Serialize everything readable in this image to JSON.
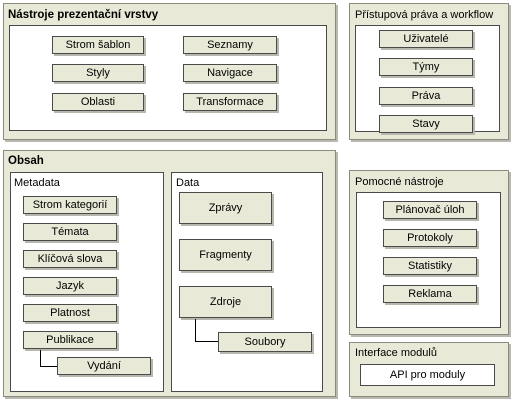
{
  "presentation": {
    "title": "Nástroje prezentační vrstvy",
    "col1": [
      "Strom šablon",
      "Styly",
      "Oblasti"
    ],
    "col2": [
      "Seznamy",
      "Navigace",
      "Transformace"
    ]
  },
  "access": {
    "title": "Přístupová práva a workflow",
    "items": [
      "Uživatelé",
      "Týmy",
      "Práva",
      "Stavy"
    ]
  },
  "content": {
    "title": "Obsah",
    "metadata": {
      "title": "Metadata",
      "items": [
        "Strom kategorií",
        "Témata",
        "Klíčová slova",
        "Jazyk",
        "Platnost",
        "Publikace"
      ],
      "sub": "Vydání"
    },
    "data": {
      "title": "Data",
      "items": [
        "Zprávy",
        "Fragmenty",
        "Zdroje"
      ],
      "sub": "Soubory"
    }
  },
  "tools": {
    "title": "Pomocné nástroje",
    "items": [
      "Plánovač úloh",
      "Protokoly",
      "Statistiky",
      "Reklama"
    ]
  },
  "modules": {
    "title": "Interface modulů",
    "item": "API pro moduly"
  }
}
